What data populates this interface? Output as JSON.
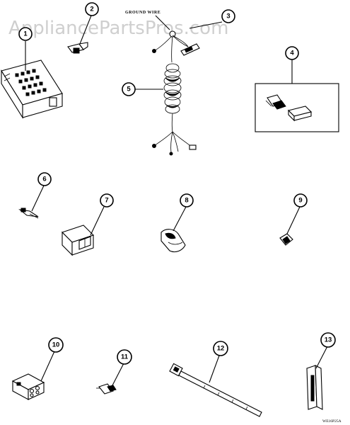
{
  "watermark": "AppliancePartsPros.com",
  "ground_wire_label": "GROUND WIRE",
  "diagram_code": "WE16P25A",
  "callouts": [
    "1",
    "2",
    "3",
    "4",
    "5",
    "6",
    "7",
    "8",
    "9",
    "10",
    "11",
    "12",
    "13"
  ]
}
